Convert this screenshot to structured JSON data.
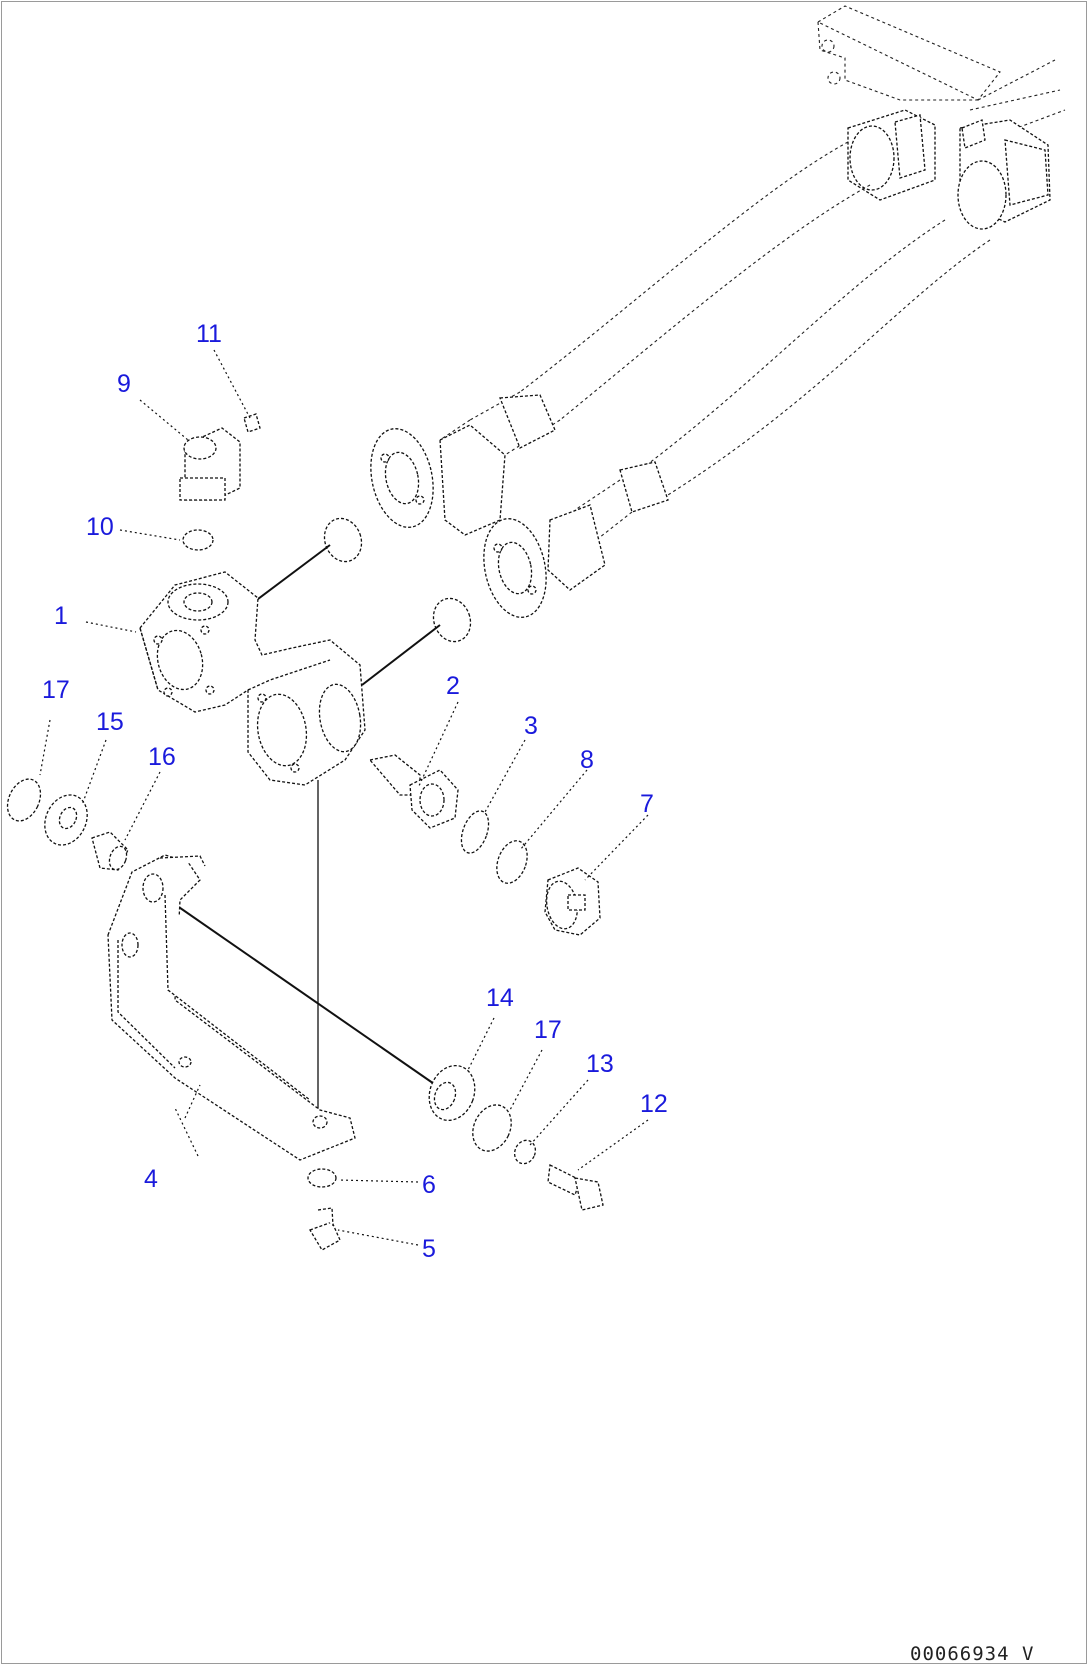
{
  "diagram": {
    "callouts": [
      {
        "id": "1"
      },
      {
        "id": "2"
      },
      {
        "id": "3"
      },
      {
        "id": "4"
      },
      {
        "id": "5"
      },
      {
        "id": "6"
      },
      {
        "id": "7"
      },
      {
        "id": "8"
      },
      {
        "id": "9"
      },
      {
        "id": "10"
      },
      {
        "id": "11"
      },
      {
        "id": "12"
      },
      {
        "id": "13"
      },
      {
        "id": "14"
      },
      {
        "id": "15"
      },
      {
        "id": "16"
      },
      {
        "id": "17"
      },
      {
        "id": "17"
      }
    ],
    "drawing_id": "00066934 V",
    "label_color": "#1a1adc"
  }
}
